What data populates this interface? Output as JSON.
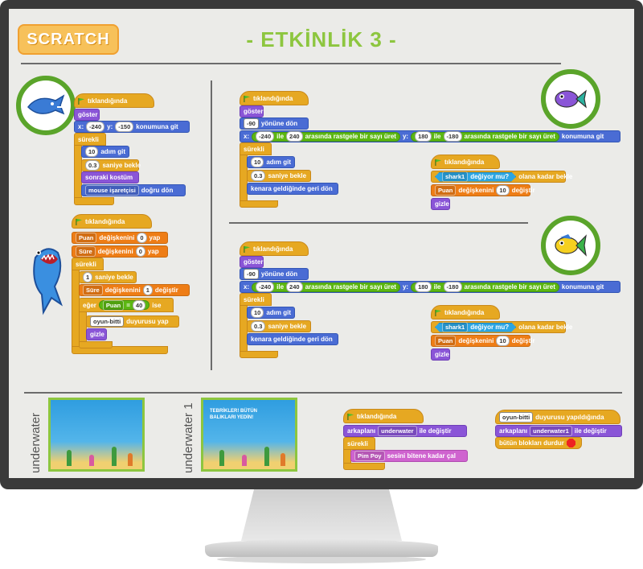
{
  "logo": "SCRATCH",
  "title": "- ETKİNLİK 3 -",
  "colors": {
    "accent": "#8dc63f",
    "frame": "#3a3a3a",
    "screen": "#ebebe8"
  },
  "icons": {
    "flag": "green-flag-icon",
    "stop": "stop-sign-icon"
  },
  "script_shark1": {
    "hat": "tıklandığında",
    "show": "göster",
    "goto_prefix": "x:",
    "goto_x": "-240",
    "goto_ylabel": "y:",
    "goto_y": "-150",
    "goto_suffix": "konumuna git",
    "forever": "sürekli",
    "move_val": "10",
    "move": "adım git",
    "wait_val": "0.3",
    "wait": "saniye bekle",
    "next_costume": "sonraki kostüm",
    "point_val": "mouse işaretçisi",
    "point": "doğru dön"
  },
  "script_shark2": {
    "hat": "tıklandığında",
    "var1": "Puan",
    "set1": "değişkenini",
    "set1_val": "0",
    "set1_suffix": "yap",
    "var2": "Süre",
    "set2": "değişkenini",
    "set2_val": "0",
    "set2_suffix": "yap",
    "forever": "sürekli",
    "wait_val": "1",
    "wait": "saniye bekle",
    "change_var": "Süre",
    "change": "değişkenini",
    "change_val": "1",
    "change_suffix": "değiştir",
    "if": "eğer",
    "if_var": "Puan",
    "if_op": "=",
    "if_val": "40",
    "if_suffix": "ise",
    "broadcast_val": "oyun-bitti",
    "broadcast": "duyurusu yap",
    "hide": "gizle"
  },
  "script_fish": {
    "hat": "tıklandığında",
    "show": "göster",
    "dir_val": "-90",
    "dir": "yönüne dön",
    "x_label": "x:",
    "rand1_a": "-240",
    "rand_mid": "ile",
    "rand1_b": "240",
    "rand_text": "arasında rastgele bir sayı üret",
    "y_label": "y:",
    "rand2_a": "180",
    "rand2_b": "-180",
    "goto_suffix": "konumuna git",
    "forever": "sürekli",
    "move_val": "10",
    "move": "adım git",
    "wait_val": "0.3",
    "wait": "saniye bekle",
    "bounce": "kenara geldiğinde geri dön",
    "hat2": "tıklandığında",
    "touch_val": "shark1",
    "touch": "değiyor mu?",
    "wait_until": "olana kadar bekle",
    "change_var": "Puan",
    "change": "değişkenini",
    "change_val": "10",
    "change_suffix": "değiştir",
    "hide": "gizle"
  },
  "script_stage": {
    "hat": "tıklandığında",
    "backdrop": "arkaplanı",
    "backdrop_val": "underwater",
    "backdrop_suffix": "ile değiştir",
    "forever": "sürekli",
    "sound_val": "Pim Poy",
    "sound": "sesini bitene kadar çal"
  },
  "script_receive": {
    "receive_val": "oyun-bitti",
    "receive": "duyurusu yapıldığında",
    "backdrop": "arkaplanı",
    "backdrop_val": "underwater1",
    "backdrop_suffix": "ile değiştir",
    "stop": "bütün blokları durdur"
  },
  "backdrops": [
    {
      "name": "underwater",
      "text": ""
    },
    {
      "name": "underwater 1",
      "text": "TEBRİKLER! BÜTÜN BALIKLARI YEDİN!"
    }
  ]
}
